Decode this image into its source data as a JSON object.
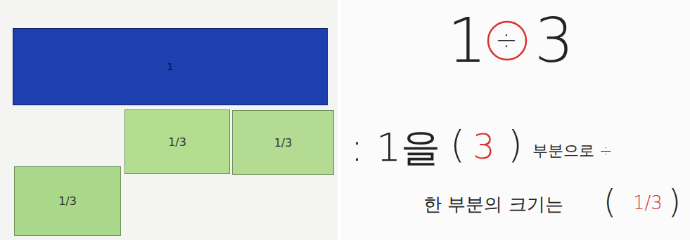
{
  "diagram": {
    "nodes": [
      {
        "text": [
          "1"
        ]
      },
      {
        "text": [
          "1/3"
        ]
      },
      {
        "text": [
          "1/3"
        ]
      },
      {
        "text": [
          "1/3"
        ]
      }
    ],
    "labels": [
      "1",
      "÷",
      "3",
      ": 1을",
      "(",
      "3",
      ")",
      "부분으로 ÷",
      "한 부분의 크기는",
      "(",
      "1/3",
      ")"
    ]
  }
}
